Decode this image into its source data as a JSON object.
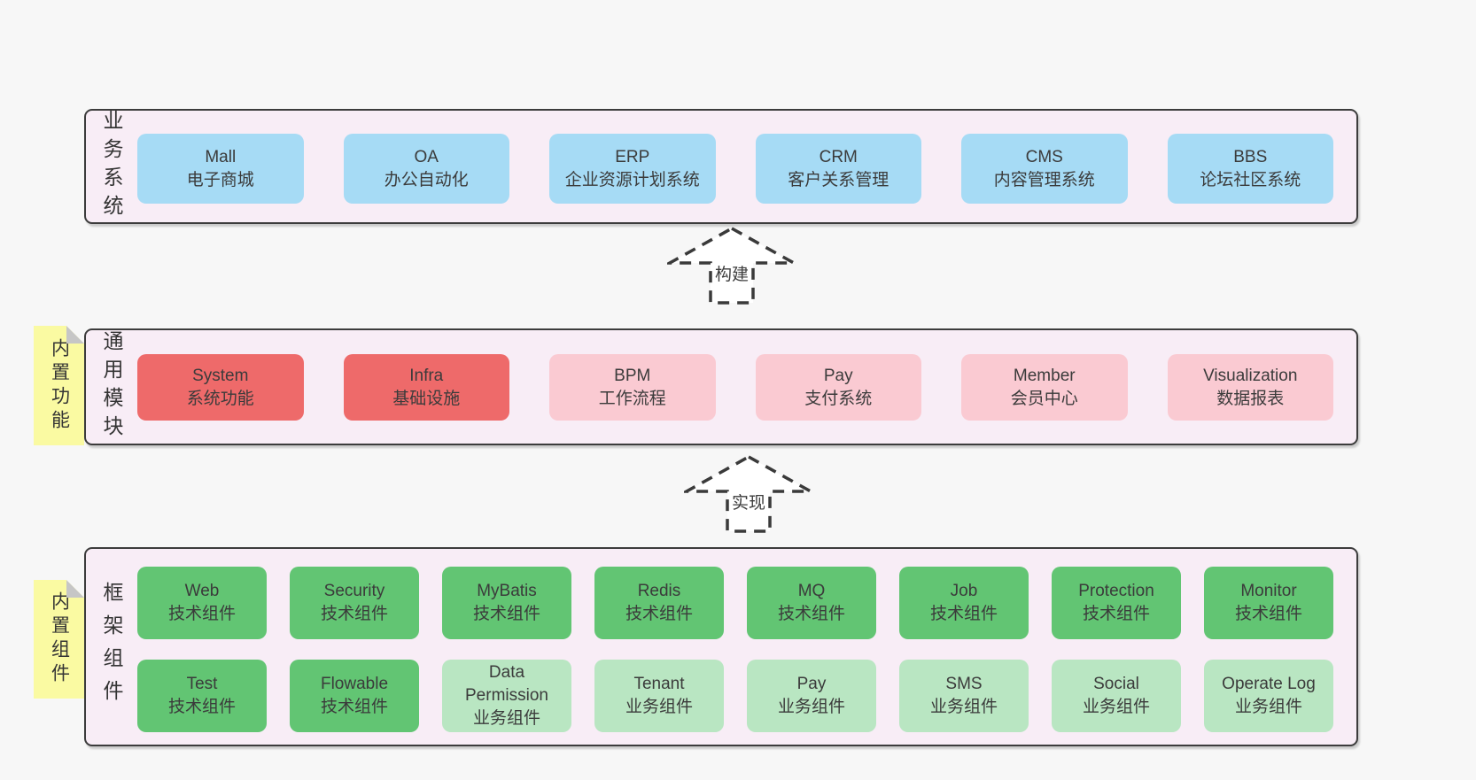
{
  "colors": {
    "page_bg": "#f7f7f7",
    "container_bg": "#f8edf6",
    "container_border": "#3c3c3c",
    "blue": "#a6dbf5",
    "red": "#ee6a6a",
    "pink": "#facad2",
    "green": "#62c573",
    "light_green": "#b9e6c2",
    "note_yellow": "#fafaa2",
    "note_fold": "#c6c6c6",
    "text": "#3b3b3b"
  },
  "arrows": [
    {
      "label": "构建"
    },
    {
      "label": "实现"
    }
  ],
  "layers": {
    "business": {
      "label": "业务系统",
      "boxes": [
        {
          "name": "Mall",
          "desc": "电子商城",
          "variant": "blue"
        },
        {
          "name": "OA",
          "desc": "办公自动化",
          "variant": "blue"
        },
        {
          "name": "ERP",
          "desc": "企业资源计划系统",
          "variant": "blue"
        },
        {
          "name": "CRM",
          "desc": "客户关系管理",
          "variant": "blue"
        },
        {
          "name": "CMS",
          "desc": "内容管理系统",
          "variant": "blue"
        },
        {
          "name": "BBS",
          "desc": "论坛社区系统",
          "variant": "blue"
        }
      ]
    },
    "modules": {
      "label": "通用模块",
      "note": "内置功能",
      "boxes": [
        {
          "name": "System",
          "desc": "系统功能",
          "variant": "red"
        },
        {
          "name": "Infra",
          "desc": "基础设施",
          "variant": "red"
        },
        {
          "name": "BPM",
          "desc": "工作流程",
          "variant": "pink"
        },
        {
          "name": "Pay",
          "desc": "支付系统",
          "variant": "pink"
        },
        {
          "name": "Member",
          "desc": "会员中心",
          "variant": "pink"
        },
        {
          "name": "Visualization",
          "desc": "数据报表",
          "variant": "pink"
        }
      ]
    },
    "components": {
      "label": "框架组件",
      "note": "内置组件",
      "rows": [
        [
          {
            "name": "Web",
            "desc": "技术组件",
            "variant": "green"
          },
          {
            "name": "Security",
            "desc": "技术组件",
            "variant": "green"
          },
          {
            "name": "MyBatis",
            "desc": "技术组件",
            "variant": "green"
          },
          {
            "name": "Redis",
            "desc": "技术组件",
            "variant": "green"
          },
          {
            "name": "MQ",
            "desc": "技术组件",
            "variant": "green"
          },
          {
            "name": "Job",
            "desc": "技术组件",
            "variant": "green"
          },
          {
            "name": "Protection",
            "desc": "技术组件",
            "variant": "green"
          },
          {
            "name": "Monitor",
            "desc": "技术组件",
            "variant": "green"
          }
        ],
        [
          {
            "name": "Test",
            "desc": "技术组件",
            "variant": "green"
          },
          {
            "name": "Flowable",
            "desc": "技术组件",
            "variant": "green"
          },
          {
            "name": "Data Permission",
            "desc": "业务组件",
            "variant": "light-green"
          },
          {
            "name": "Tenant",
            "desc": "业务组件",
            "variant": "light-green"
          },
          {
            "name": "Pay",
            "desc": "业务组件",
            "variant": "light-green"
          },
          {
            "name": "SMS",
            "desc": "业务组件",
            "variant": "light-green"
          },
          {
            "name": "Social",
            "desc": "业务组件",
            "variant": "light-green"
          },
          {
            "name": "Operate Log",
            "desc": "业务组件",
            "variant": "light-green"
          }
        ]
      ]
    }
  }
}
